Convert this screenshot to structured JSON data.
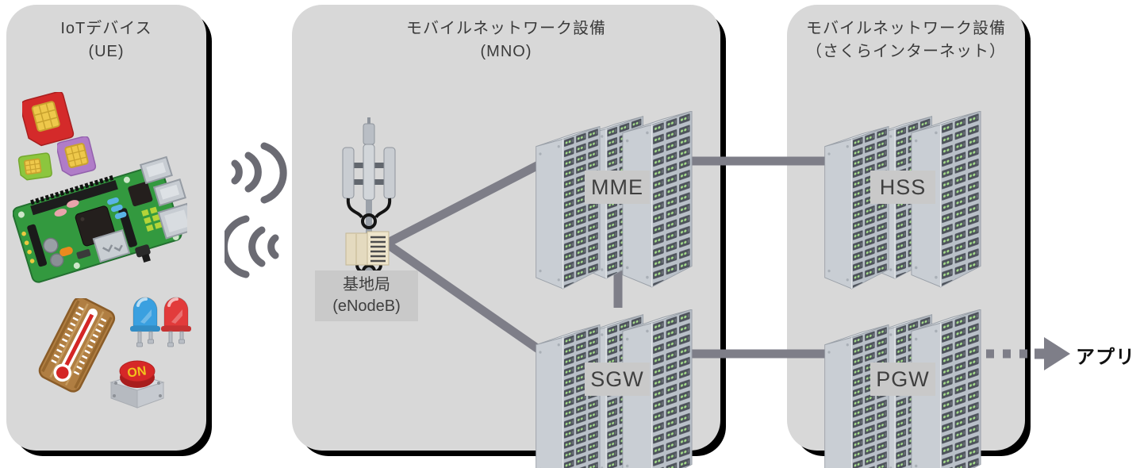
{
  "panels": {
    "device": {
      "title": "IoTデバイス",
      "subtitle": "(UE)"
    },
    "mno": {
      "title": "モバイルネットワーク設備",
      "subtitle": "(MNO)"
    },
    "sakura": {
      "title": "モバイルネットワーク設備",
      "subtitle": "（さくらインターネット）"
    }
  },
  "nodes": {
    "enodeb": {
      "name": "基地局",
      "sub": "(eNodeB)"
    },
    "mme": {
      "name": "MME"
    },
    "sgw": {
      "name": "SGW"
    },
    "hss": {
      "name": "HSS"
    },
    "pgw": {
      "name": "PGW"
    },
    "app": {
      "name": "アプリ"
    },
    "on_button": {
      "name": "ON"
    }
  },
  "connections": [
    {
      "from": "UE",
      "to": "eNodeB",
      "type": "wireless"
    },
    {
      "from": "eNodeB",
      "to": "MME",
      "type": "line"
    },
    {
      "from": "eNodeB",
      "to": "SGW",
      "type": "line"
    },
    {
      "from": "MME",
      "to": "SGW",
      "type": "line"
    },
    {
      "from": "MME",
      "to": "HSS",
      "type": "line"
    },
    {
      "from": "SGW",
      "to": "PGW",
      "type": "line"
    },
    {
      "from": "PGW",
      "to": "アプリ",
      "type": "dashed-arrow"
    }
  ],
  "icons": {
    "sim_cards": "sim-card-icon",
    "circuit_board": "raspberry-pi-icon",
    "thermometer": "thermometer-icon",
    "leds": "led-icon",
    "push_button": "on-button-icon",
    "radio_waves": "radio-waves-icon",
    "base_station": "cell-tower-icon",
    "servers": "server-rack-icon",
    "arrow": "arrow-right-icon"
  },
  "colors": {
    "panel_bg": "#d8d8d8",
    "label_bg": "#c9c9c9",
    "panel_shadow": "#000000",
    "line": "#7e7e88",
    "title_text": "#3b3b3b",
    "app_text": "#111111",
    "led_green": "#a5dd8c",
    "sim_red": "#d42a2a",
    "sim_purple": "#b07cc8",
    "sim_green": "#8cc63e",
    "button_red": "#d62828",
    "button_label_yellow": "#f2c41d"
  }
}
